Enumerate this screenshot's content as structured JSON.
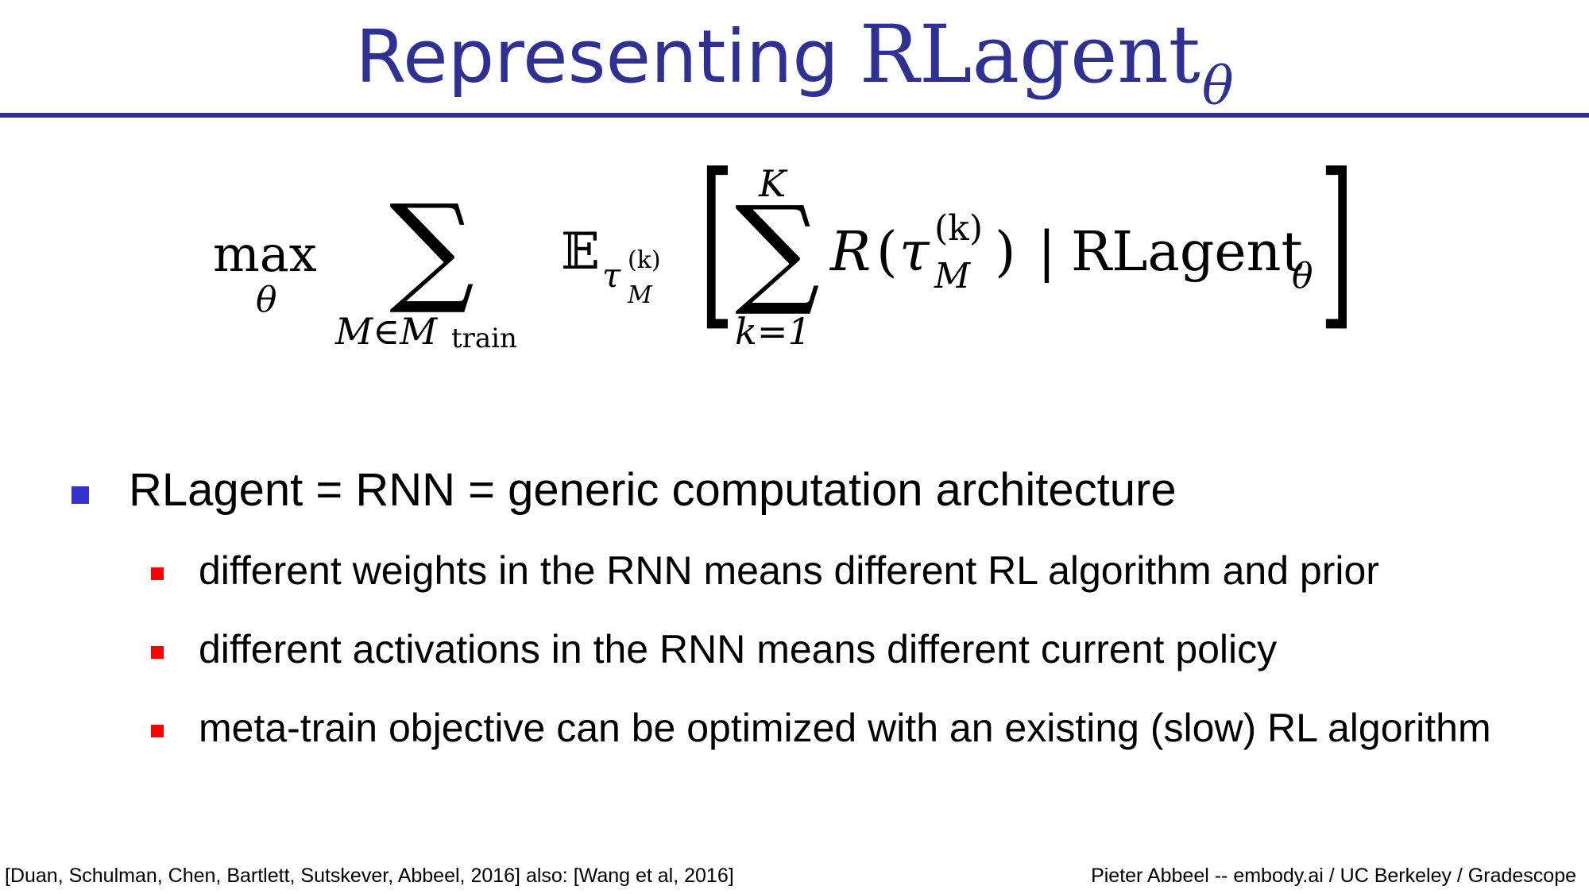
{
  "title": {
    "text": "Representing",
    "math": "RLagent",
    "math_subscript": "θ",
    "color": "#2E3192"
  },
  "equation": {
    "max": "max",
    "max_sub": "θ",
    "sum1_symbol": "∑",
    "sum1_lower": "M∈M",
    "sum1_lower_sub": "train",
    "expectation": "𝔼",
    "exp_sub_tau": "τ",
    "exp_sub_k": "(k)",
    "exp_sub_M": "M",
    "lbracket": "[",
    "sum2_upper": "K",
    "sum2_symbol": "∑",
    "sum2_lower": "k=1",
    "R": "R",
    "open_paren": "(",
    "tau": "τ",
    "tau_sup": "(k)",
    "tau_sub": "M",
    "close_paren": ")",
    "given": "|",
    "rlagent": "RLagent",
    "rlagent_sub": "θ",
    "rbracket": "]"
  },
  "bullets": {
    "main": "RLagent = RNN = generic computation architecture",
    "main_bullet_color": "#3333CC",
    "sub_bullet_color": "#FF0000",
    "sub": [
      "different weights in the RNN means different RL algorithm and prior",
      "different activations in the RNN means different current policy",
      "meta-train objective can be optimized with an existing (slow) RL algorithm"
    ]
  },
  "footer": {
    "citation": "[Duan, Schulman, Chen, Bartlett, Sutskever, Abbeel, 2016]  also: [Wang et al, 2016]",
    "credit": "Pieter Abbeel -- embody.ai / UC Berkeley / Gradescope"
  }
}
